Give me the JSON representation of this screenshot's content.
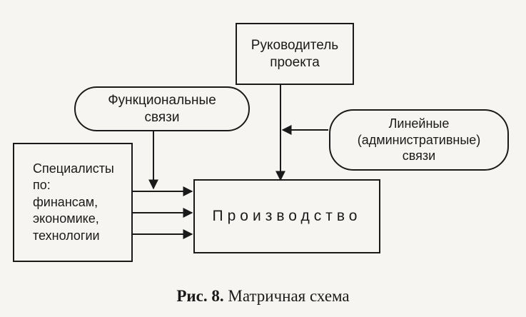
{
  "diagram": {
    "manager": "Руководитель\nпроекта",
    "functional": "Функциональные\nсвязи",
    "linear": "Линейные\n(административные)\nсвязи",
    "specialists": "Специалисты\nпо:\nфинансам,\nэкономике,\nтехнологии",
    "production": "Производство"
  },
  "caption": {
    "label": "Рис. 8.",
    "text": "Матричная схема"
  }
}
